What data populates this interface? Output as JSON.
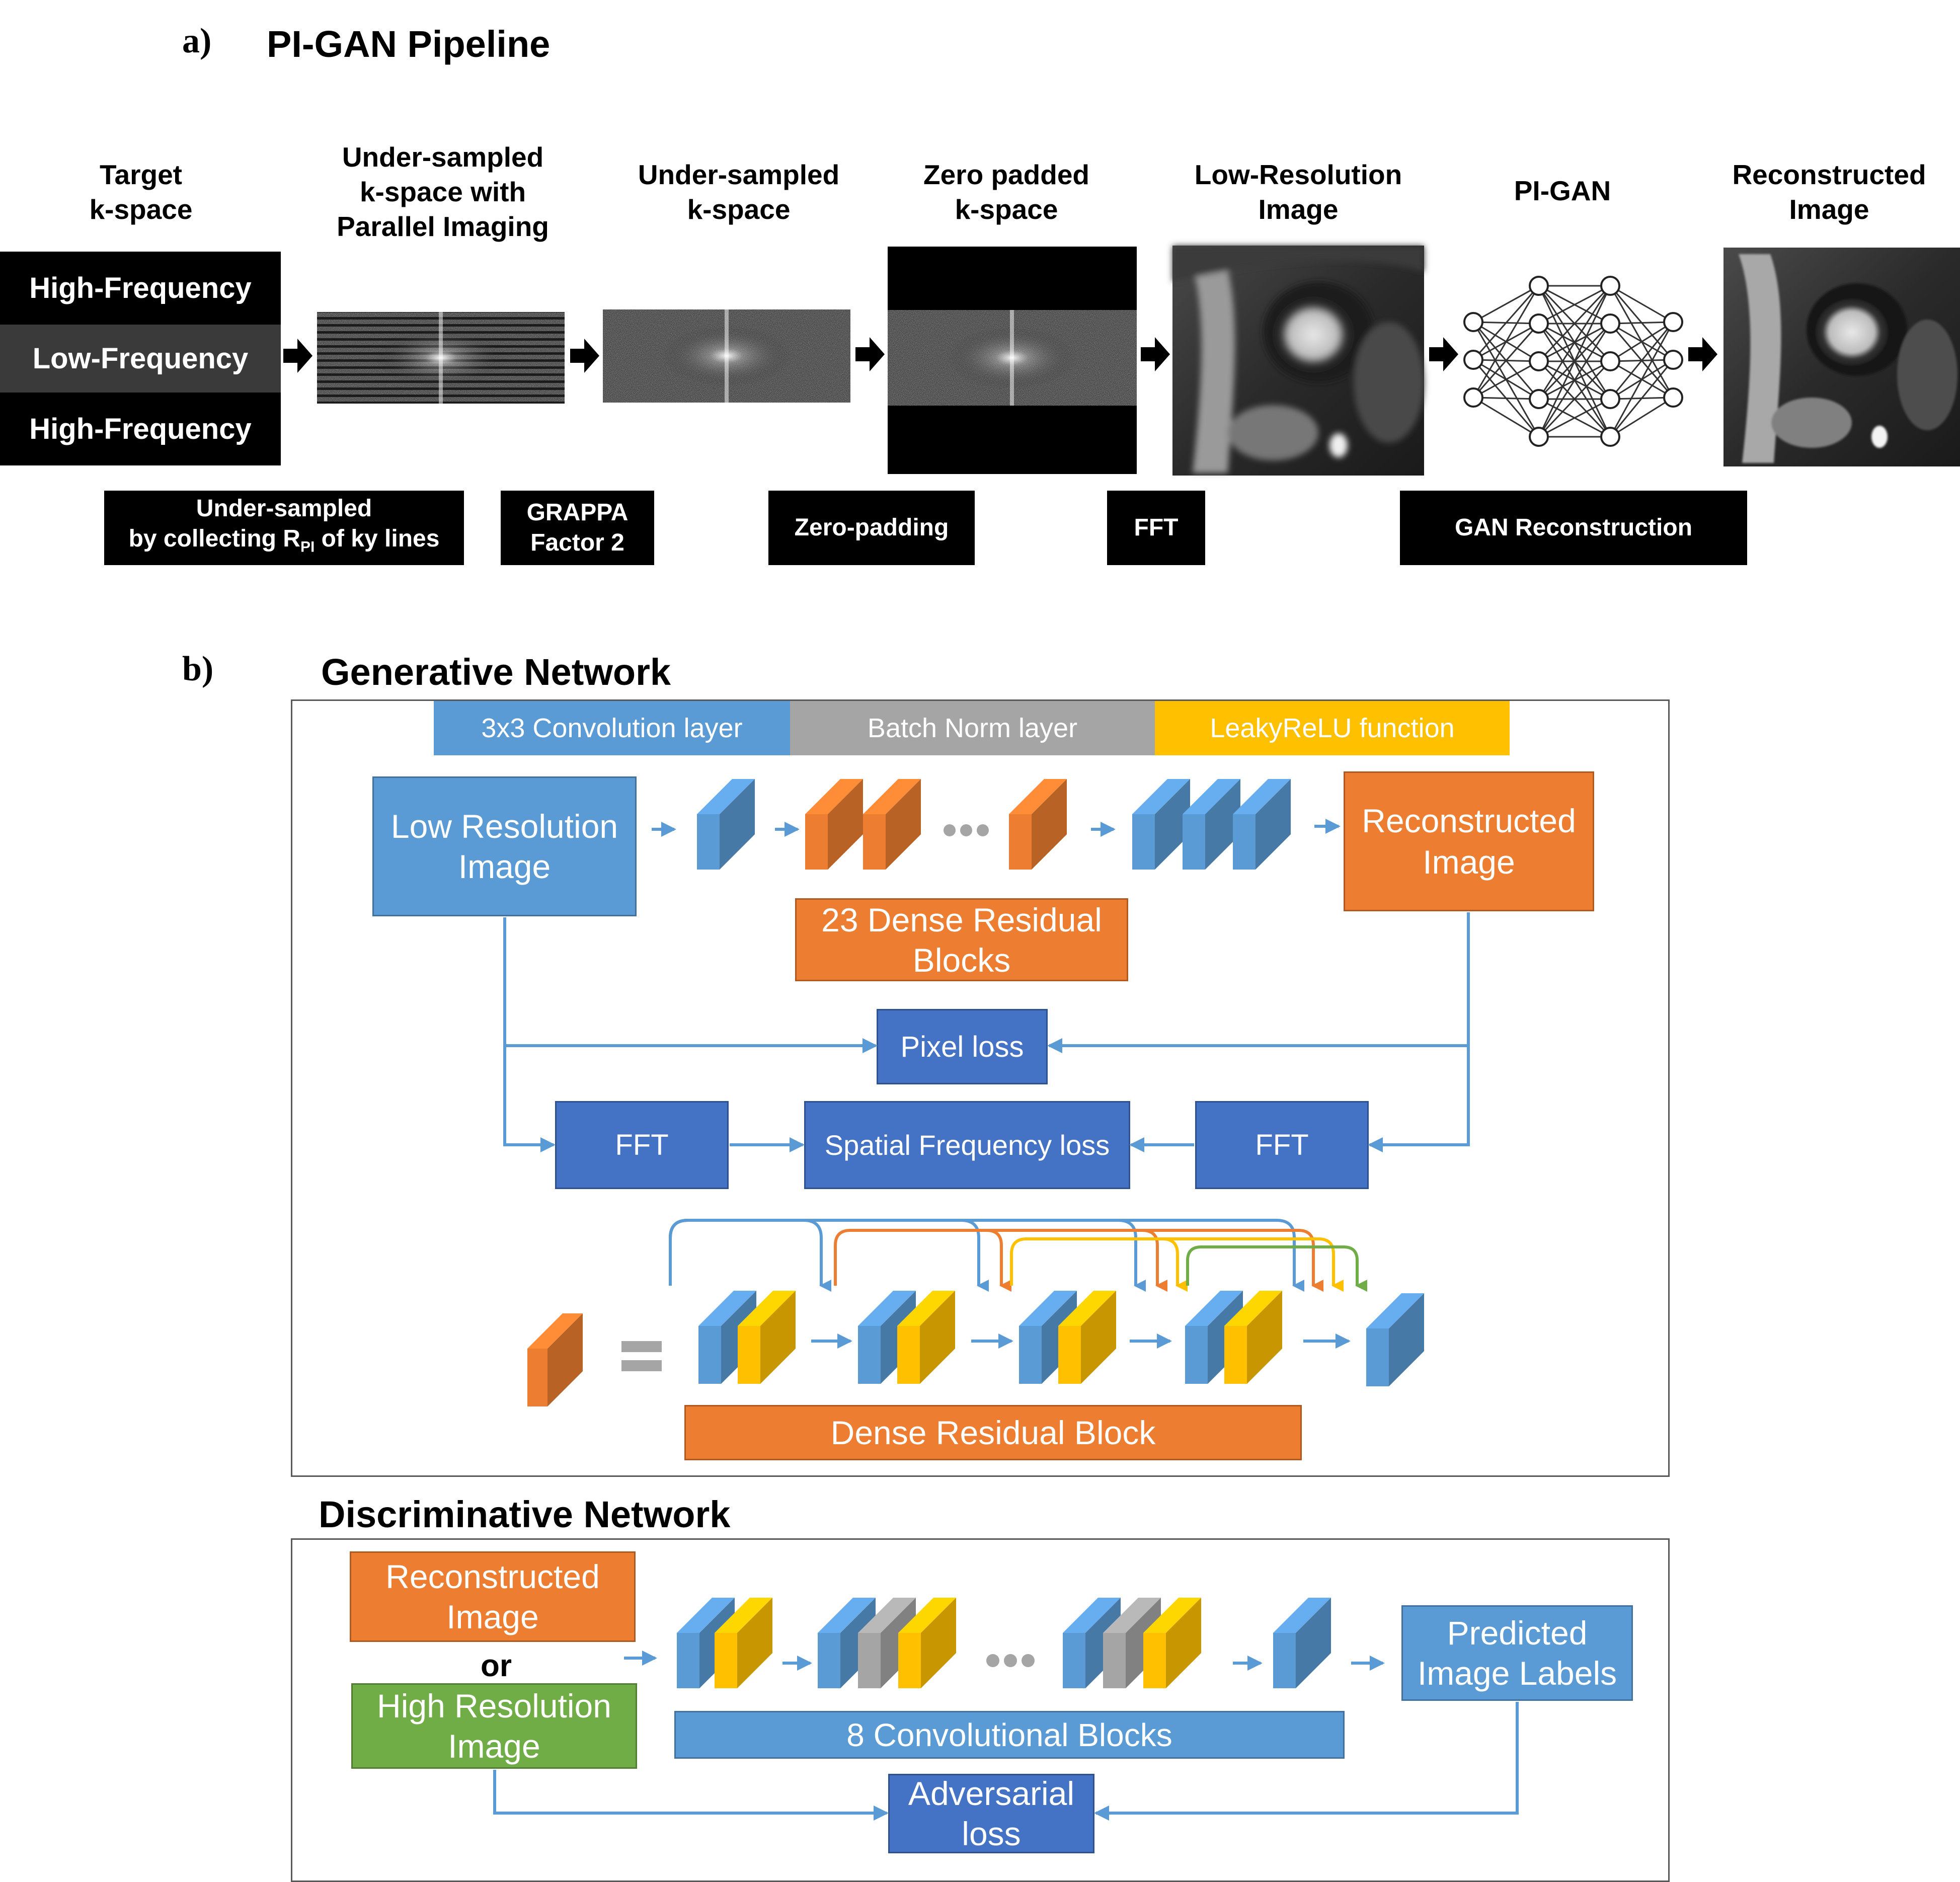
{
  "panel_a": {
    "label": "a)",
    "title": "PI-GAN Pipeline",
    "columns": {
      "target": "Target\nk-space",
      "pi": "Under-sampled\nk-space with\nParallel Imaging",
      "us": "Under-sampled\nk-space",
      "zp": "Zero padded\nk-space",
      "lr": "Low-Resolution\nImage",
      "pigan": "PI-GAN",
      "rec": "Reconstructed\nImage"
    },
    "kspace_bands": {
      "high_top": "High-Frequency",
      "low": "Low-Frequency",
      "high_bottom": "High-Frequency"
    },
    "captions": {
      "undersampled_line1": "Under-sampled",
      "undersampled_line2_pre": "by collecting R",
      "undersampled_line2_sub": "PI",
      "undersampled_line2_post": " of ky lines",
      "grappa": "GRAPPA\nFactor 2",
      "zero_padding": "Zero-padding",
      "fft": "FFT",
      "gan_recon": "GAN Reconstruction"
    }
  },
  "panel_b": {
    "label": "b)",
    "gen_title": "Generative Network",
    "legend": {
      "conv": "3x3 Convolution layer",
      "bn": "Batch Norm layer",
      "lrelu": "LeakyReLU function"
    },
    "gen": {
      "input": "Low Resolution\nImage",
      "output": "Reconstructed\nImage",
      "drb_count": "23 Dense Residual\nBlocks",
      "pixel_loss": "Pixel loss",
      "fft_left": "FFT",
      "sf_loss": "Spatial Frequency loss",
      "fft_right": "FFT",
      "drb_label": "Dense Residual Block"
    },
    "disc_title": "Discriminative Network",
    "disc": {
      "rec": "Reconstructed\nImage",
      "or": "or",
      "hr": "High Resolution\nImage",
      "conv_blocks": "8 Convolutional Blocks",
      "pred": "Predicted\nImage Labels",
      "adv": "Adversarial\nloss"
    }
  },
  "colors": {
    "conv": "#5b9bd5",
    "bn": "#a5a5a5",
    "lrelu": "#ffc000",
    "orange": "#ed7d31",
    "green": "#70ad47",
    "dark_blue": "#4472c4",
    "arrow_blue": "#5b9bd5"
  }
}
